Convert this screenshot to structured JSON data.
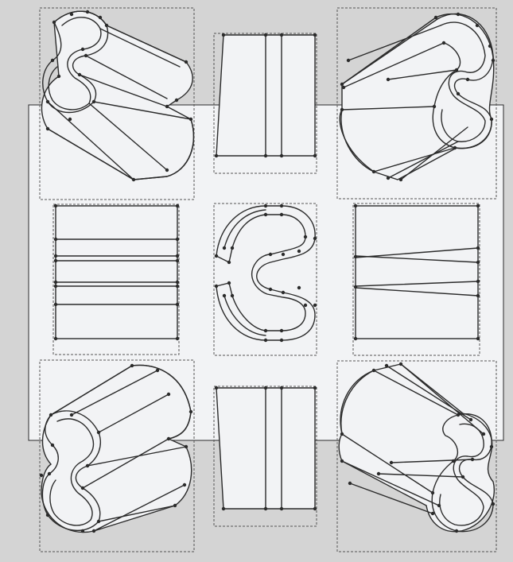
{
  "canvas": {
    "background": "#d4d4d4",
    "sheet_fill": "#f2f3f5",
    "line_color": "#2b2b2b",
    "frame_style": "dashed"
  },
  "views": [
    {
      "id": "iso-top-left",
      "kind": "isometric"
    },
    {
      "id": "top",
      "kind": "orthographic"
    },
    {
      "id": "iso-top-right",
      "kind": "isometric"
    },
    {
      "id": "left",
      "kind": "orthographic"
    },
    {
      "id": "front",
      "kind": "orthographic"
    },
    {
      "id": "right",
      "kind": "orthographic"
    },
    {
      "id": "iso-bottom-left",
      "kind": "isometric"
    },
    {
      "id": "bottom",
      "kind": "orthographic"
    },
    {
      "id": "iso-bottom-right",
      "kind": "isometric"
    }
  ]
}
